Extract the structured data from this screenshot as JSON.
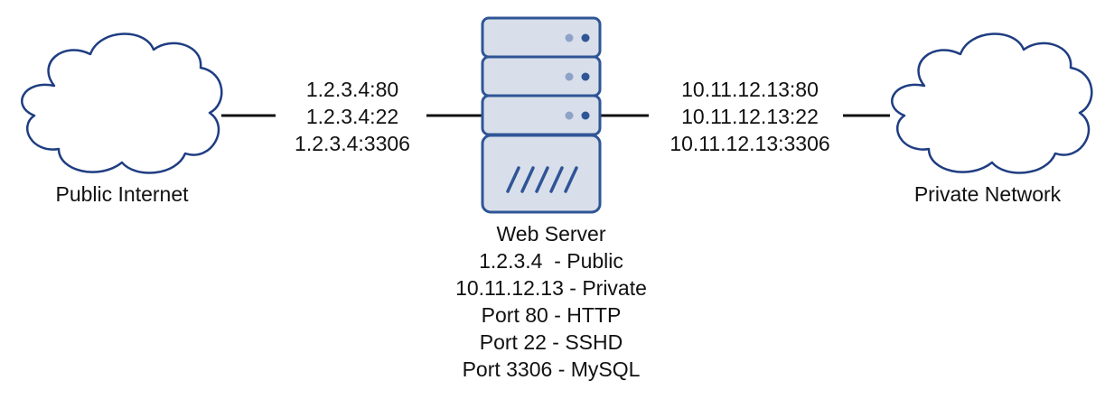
{
  "public_network": {
    "label": "Public Internet",
    "addresses": [
      "1.2.3.4:80",
      "1.2.3.4:22",
      "1.2.3.4:3306"
    ]
  },
  "private_network": {
    "label": "Private Network",
    "addresses": [
      "10.11.12.13:80",
      "10.11.12.13:22",
      "10.11.12.13:3306"
    ]
  },
  "server": {
    "icon": "server-icon",
    "info": [
      "Web Server",
      "1.2.3.4  - Public",
      "10.11.12.13 - Private",
      "Port 80 - HTTP",
      "Port 22 - SSHD",
      "Port 3306 - MySQL"
    ]
  },
  "colors": {
    "server_fill": "#d8dfea",
    "server_stroke": "#2f5597",
    "cloud_stroke": "#1f3d82",
    "line": "#111111"
  }
}
